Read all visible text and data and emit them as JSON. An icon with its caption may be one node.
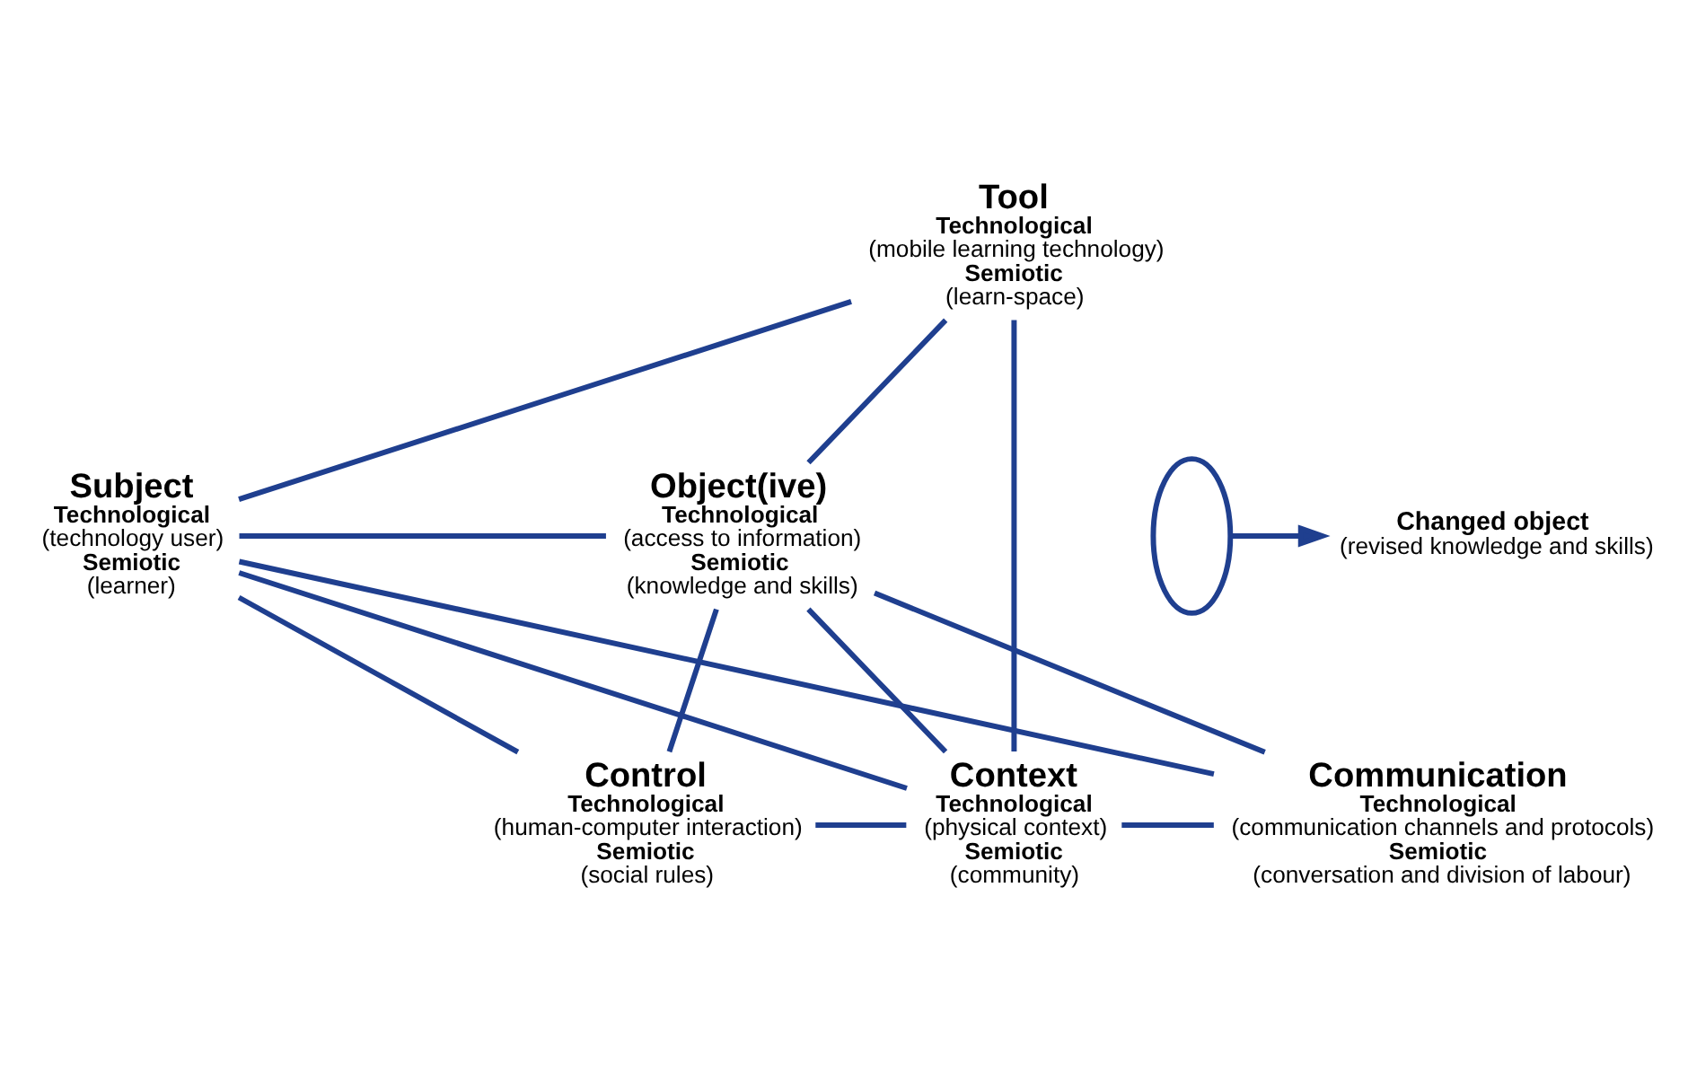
{
  "diagram": {
    "nodes": [
      {
        "text": [
          "Tool",
          "Technological",
          "(mobile learning technology)",
          "Semiotic",
          "(learn-space)"
        ]
      },
      {
        "text": [
          "Subject",
          "Technological",
          "(technology user)",
          "Semiotic",
          "(learner)"
        ]
      },
      {
        "text": [
          "Object(ive)",
          "Technological",
          "(access to information)",
          "Semiotic",
          "(knowledge and skills)"
        ]
      },
      {
        "text": [],
        "shape": "ellipse"
      },
      {
        "text": [
          "Changed object",
          "(revised knowledge and skills)"
        ]
      },
      {
        "text": [
          "Control",
          "Technological",
          "(human-computer interaction)",
          "Semiotic",
          "(social rules)"
        ]
      },
      {
        "text": [
          "Context",
          "Technological",
          "(physical context)",
          "Semiotic",
          "(community)"
        ]
      },
      {
        "text": [
          "Communication",
          "Technological",
          "(communication channels and protocols)",
          "Semiotic",
          "(conversation and division of labour)"
        ]
      }
    ],
    "edges": [
      {
        "from": 0,
        "to": 1,
        "arrow": "none"
      },
      {
        "from": 0,
        "to": 2,
        "arrow": "none"
      },
      {
        "from": 0,
        "to": 6,
        "arrow": "none"
      },
      {
        "from": 1,
        "to": 2,
        "arrow": "none"
      },
      {
        "from": 1,
        "to": 5,
        "arrow": "none"
      },
      {
        "from": 1,
        "to": 6,
        "arrow": "none"
      },
      {
        "from": 1,
        "to": 7,
        "arrow": "none"
      },
      {
        "from": 2,
        "to": 5,
        "arrow": "none"
      },
      {
        "from": 2,
        "to": 6,
        "arrow": "none"
      },
      {
        "from": 2,
        "to": 7,
        "arrow": "none"
      },
      {
        "from": 5,
        "to": 6,
        "arrow": "none"
      },
      {
        "from": 6,
        "to": 7,
        "arrow": "none"
      },
      {
        "from": 3,
        "to": 4,
        "arrow": "to"
      }
    ]
  }
}
